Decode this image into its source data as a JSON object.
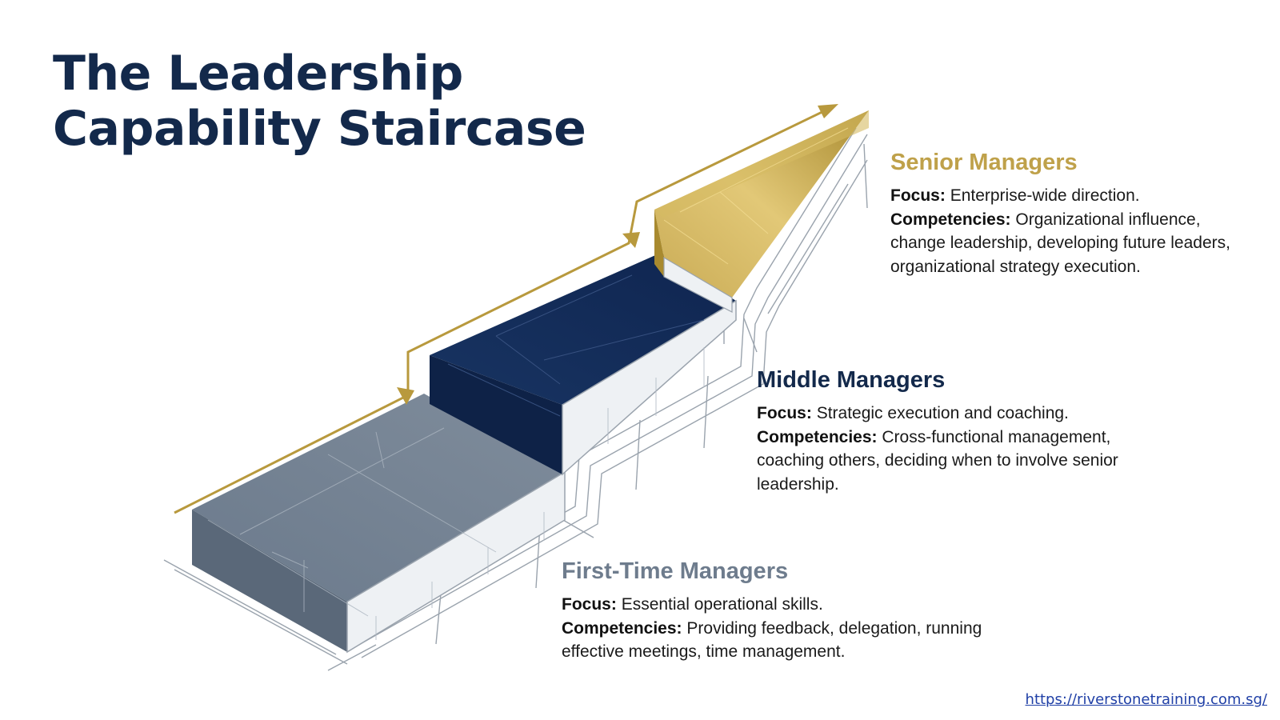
{
  "title": {
    "line1": "The Leadership",
    "line2": "Capability Staircase"
  },
  "tiers": [
    {
      "name": "Senior Managers",
      "color": "#bfa14a",
      "focus_label": "Focus:",
      "focus_text": "Enterprise-wide direction.",
      "competencies_label": "Competencies:",
      "competencies_text": "Organizational influence, change leadership, developing future leaders, organizational strategy execution."
    },
    {
      "name": "Middle Managers",
      "color": "#13294b",
      "focus_label": "Focus:",
      "focus_text": "Strategic execution and coaching.",
      "competencies_label": "Competencies:",
      "competencies_text": "Cross-functional management, coaching others, deciding when to involve senior leadership."
    },
    {
      "name": "First-Time Managers",
      "color": "#6e7c8d",
      "focus_label": "Focus:",
      "focus_text": "Essential operational skills.",
      "competencies_label": "Competencies:",
      "competencies_text": "Providing feedback, delegation, running effective meetings, time management."
    }
  ],
  "source_link": "https://riverstonetraining.com.sg/",
  "colors": {
    "title": "#13294b",
    "arrow": "#b8993d",
    "step_first": "#6e7c8d",
    "step_middle": "#13294b",
    "step_senior": "#bfa14a"
  }
}
